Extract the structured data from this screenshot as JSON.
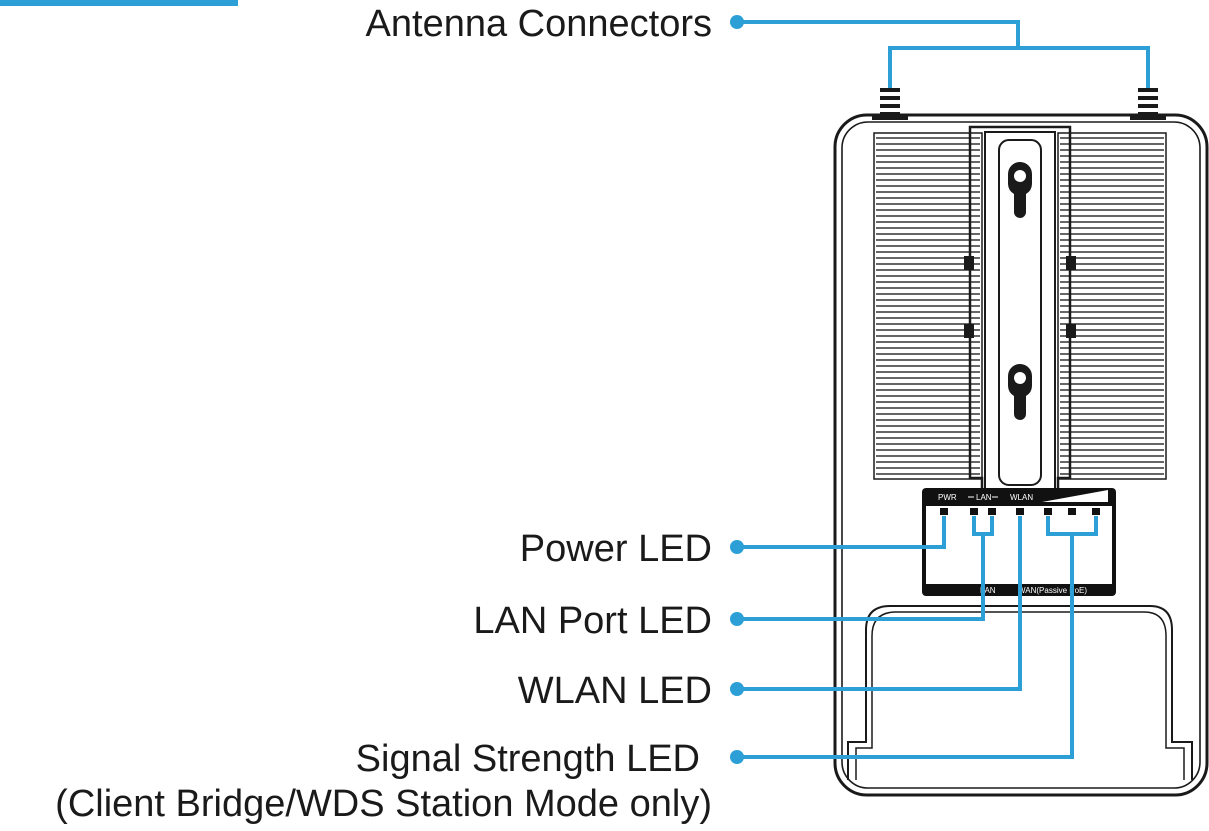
{
  "callouts": {
    "antenna": "Antenna Connectors",
    "power_led": "Power LED",
    "lan_led": "LAN Port LED",
    "wlan_led": "WLAN LED",
    "signal_led_line1": "Signal Strength LED",
    "signal_led_line2": "(Client Bridge/WDS Station Mode only)"
  },
  "led_panel": {
    "pwr": "PWR",
    "lan": "LAN",
    "wlan": "WLAN",
    "bottom_lan": "LAN",
    "bottom_wan": "WAN(Passive PoE)"
  },
  "colors": {
    "callout_line": "#2b9fd6",
    "device_outline": "#1a1a1a",
    "panel_fill": "#111111"
  }
}
